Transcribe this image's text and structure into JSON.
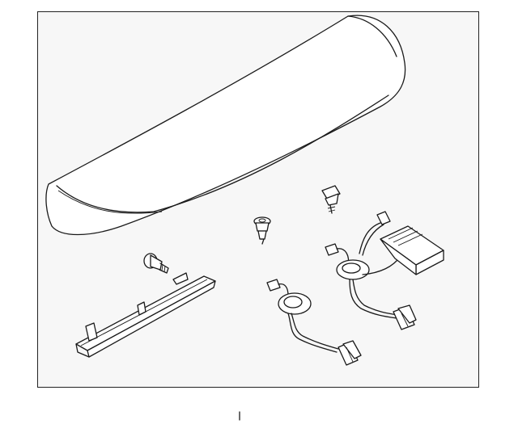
{
  "diagram": {
    "colors": {
      "background": "#f7f7f7",
      "line": "#1a1a1a",
      "part_fill": "#ffffff"
    },
    "parts": [
      "spoiler",
      "spoiler-clip",
      "push-rivet",
      "mounting-bolt",
      "high-mount-stop-lamp",
      "lamp-socket-harness",
      "lamp-socket-harness-with-module"
    ]
  }
}
